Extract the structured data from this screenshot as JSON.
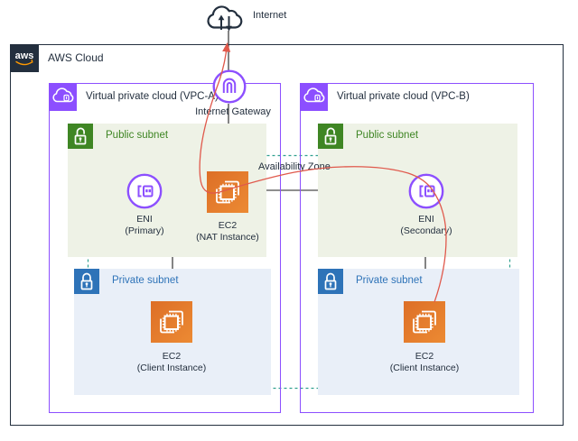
{
  "colors": {
    "navy": "#232f3e",
    "vpc_purple": "#8c4fff",
    "subnet_green": "#3f8624",
    "subnet_green_bg": "#eef2e6",
    "subnet_blue": "#2e73b8",
    "subnet_blue_bg": "#e9eff8",
    "ec2_orange": "#e5813a",
    "az_teal": "#2fa08f",
    "flow_red": "#e0594c",
    "connector_black": "#1f1f1f"
  },
  "internet": {
    "label": "Internet"
  },
  "aws_cloud": {
    "label": "AWS Cloud",
    "logo_text": "aws"
  },
  "internet_gateway": {
    "label": "Internet Gateway"
  },
  "availability_zone": {
    "label": "Availability Zone"
  },
  "vpcs": [
    {
      "label": "Virtual private cloud (VPC-A)",
      "public_subnet": {
        "label": "Public subnet"
      },
      "private_subnet": {
        "label": "Private subnet"
      },
      "nodes": {
        "eni": {
          "line1": "ENI",
          "line2": "(Primary)"
        },
        "nat": {
          "line1": "EC2",
          "line2": "(NAT Instance)"
        },
        "client": {
          "line1": "EC2",
          "line2": "(Client Instance)"
        }
      }
    },
    {
      "label": "Virtual private cloud (VPC-B)",
      "public_subnet": {
        "label": "Public subnet"
      },
      "private_subnet": {
        "label": "Private subnet"
      },
      "nodes": {
        "eni": {
          "line1": "ENI",
          "line2": "(Secondary)"
        },
        "client": {
          "line1": "EC2",
          "line2": "(Client Instance)"
        }
      }
    }
  ]
}
